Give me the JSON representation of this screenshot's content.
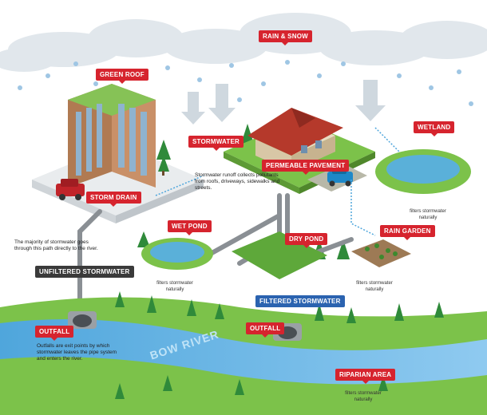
{
  "labels": {
    "rain_snow": "RAIN & SNOW",
    "green_roof": "GREEN ROOF",
    "stormwater": "STORMWATER",
    "permeable_pavement": "PERMEABLE PAVEMENT",
    "wetland": "WETLAND",
    "storm_drain": "STORM DRAIN",
    "wet_pond": "WET POND",
    "dry_pond": "DRY POND",
    "rain_garden": "RAIN GARDEN",
    "unfiltered_stormwater": "UNFILTERED STORMWATER",
    "filtered_stormwater": "FILTERED STORMWATER",
    "outfall_left": "OUTFALL",
    "outfall_center": "OUTFALL",
    "riparian_area": "RIPARIAN AREA",
    "bow_river": "BOW RIVER"
  },
  "notes": {
    "runoff": "Stormwater runoff collects pollutants from roofs, driveways, sidewalks and streets.",
    "majority": "The majority of stormwater goes through this path directly to the river.",
    "outfalls": "Outfalls are exit points by which stormwater leaves the pipe system and enters the river.",
    "filters_wetland": "filters stormwater naturally",
    "filters_wetpond": "filters stormwater naturally",
    "filters_raingarden": "filters stormwater naturally",
    "filters_riparian": "filters stormwater naturally"
  },
  "colors": {
    "accent_red": "#d6242e",
    "filtered_blue": "#2b63b0",
    "river": "#6cb8e6",
    "grass": "#7cc24a",
    "cloud": "#dde4ea",
    "pipe": "#8a8f94"
  }
}
